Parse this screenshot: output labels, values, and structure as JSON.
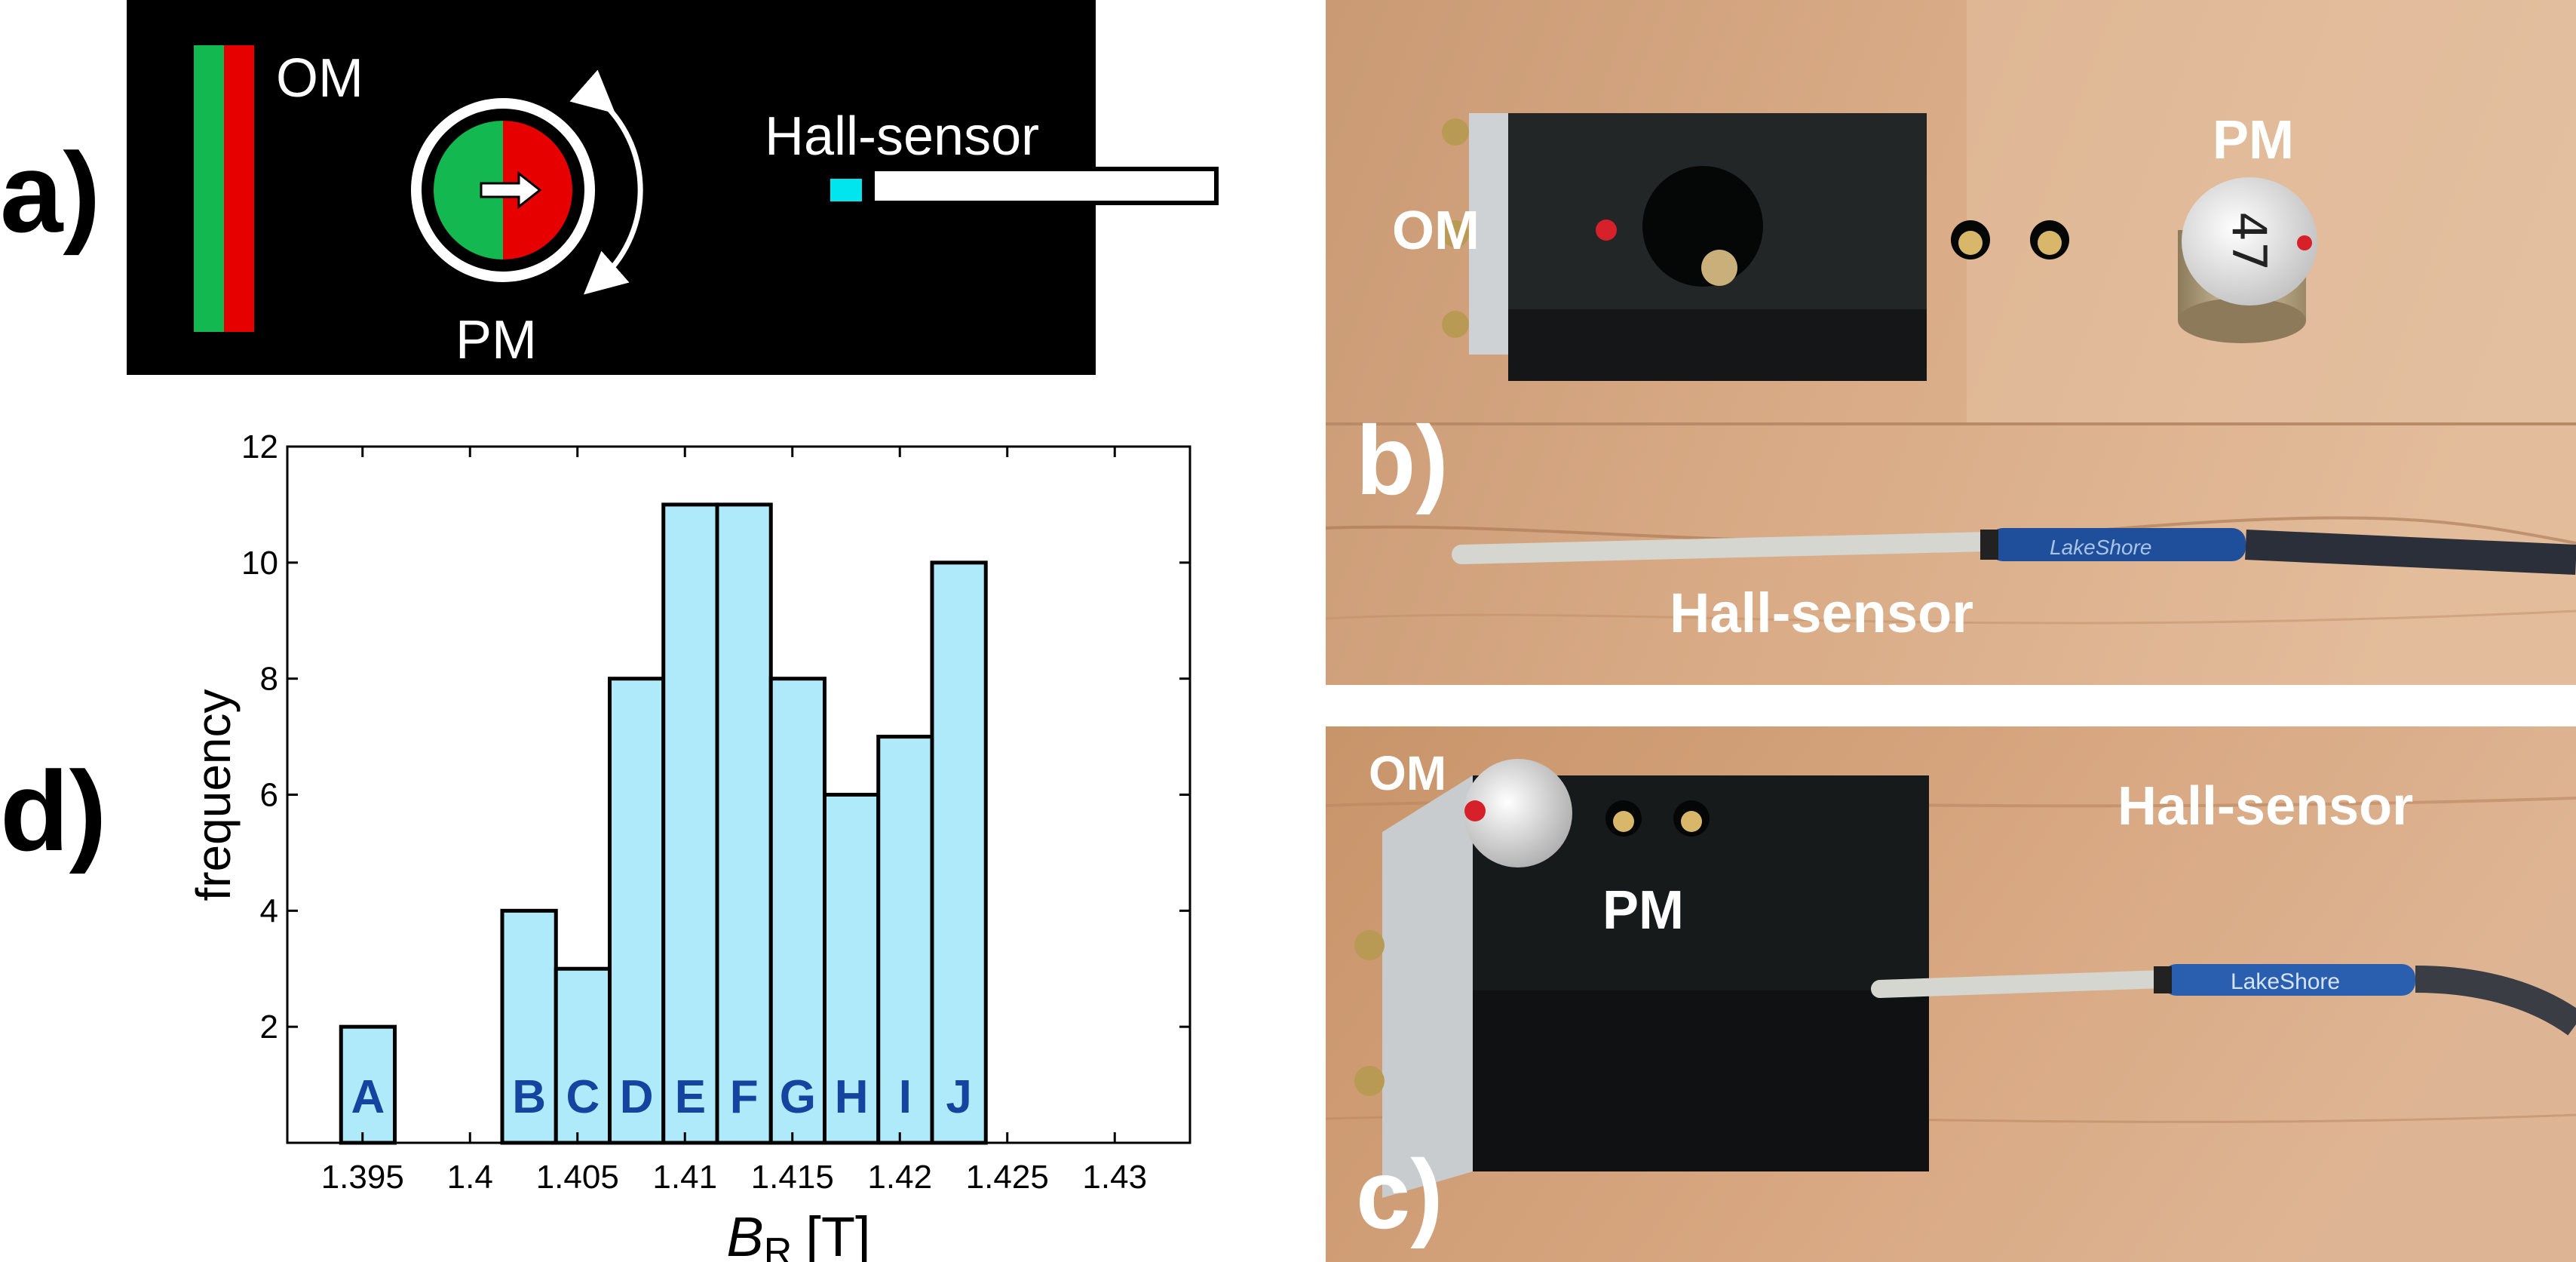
{
  "panel_labels": {
    "a": "a)",
    "b": "b)",
    "c": "c)",
    "d": "d)"
  },
  "schematic": {
    "om_label": "OM",
    "pm_label": "PM",
    "hall_label": "Hall-sensor",
    "colors": {
      "background": "#000000",
      "north": "#e60000",
      "south": "#14b850",
      "sensor_tip": "#00e5ee"
    }
  },
  "photo_b": {
    "om_label": "OM",
    "pm_label": "PM",
    "hall_label": "Hall-sensor",
    "pm_marking": "47",
    "probe_brand": "LakeShore"
  },
  "photo_c": {
    "om_label": "OM",
    "pm_label": "PM",
    "hall_label": "Hall-sensor",
    "probe_brand": "LakeShore"
  },
  "chart_data": {
    "type": "bar",
    "xlabel_main": "B",
    "xlabel_sub": "R",
    "xlabel_unit": "[T]",
    "ylabel": "frequency",
    "xlim": [
      1.3915,
      1.4335
    ],
    "ylim": [
      0,
      12
    ],
    "x_ticks": [
      {
        "v": 1.395,
        "label": "1.395"
      },
      {
        "v": 1.4,
        "label": "1.4"
      },
      {
        "v": 1.405,
        "label": "1.405"
      },
      {
        "v": 1.41,
        "label": "1.41"
      },
      {
        "v": 1.415,
        "label": "1.415"
      },
      {
        "v": 1.42,
        "label": "1.42"
      },
      {
        "v": 1.425,
        "label": "1.425"
      },
      {
        "v": 1.43,
        "label": "1.43"
      }
    ],
    "y_ticks": [
      {
        "v": 2,
        "label": "2"
      },
      {
        "v": 4,
        "label": "4"
      },
      {
        "v": 6,
        "label": "6"
      },
      {
        "v": 8,
        "label": "8"
      },
      {
        "v": 10,
        "label": "10"
      },
      {
        "v": 12,
        "label": "12"
      }
    ],
    "bins": [
      {
        "x0": 1.394,
        "x1": 1.3965,
        "value": 2,
        "label": "A"
      },
      {
        "x0": 1.399,
        "x1": 1.4015,
        "value": 0,
        "label": ""
      },
      {
        "x0": 1.4015,
        "x1": 1.404,
        "value": 4,
        "label": "B"
      },
      {
        "x0": 1.404,
        "x1": 1.4065,
        "value": 3,
        "label": "C"
      },
      {
        "x0": 1.4065,
        "x1": 1.409,
        "value": 8,
        "label": "D"
      },
      {
        "x0": 1.409,
        "x1": 1.4115,
        "value": 11,
        "label": "E"
      },
      {
        "x0": 1.4115,
        "x1": 1.414,
        "value": 11,
        "label": "F"
      },
      {
        "x0": 1.414,
        "x1": 1.4165,
        "value": 8,
        "label": "G"
      },
      {
        "x0": 1.4165,
        "x1": 1.419,
        "value": 6,
        "label": "H"
      },
      {
        "x0": 1.419,
        "x1": 1.4215,
        "value": 7,
        "label": "I"
      },
      {
        "x0": 1.4215,
        "x1": 1.424,
        "value": 10,
        "label": "J"
      }
    ],
    "bar_color": "#aeeafa",
    "bar_edge": "#000000",
    "bin_label_color": "#1544a0",
    "grid": false
  }
}
